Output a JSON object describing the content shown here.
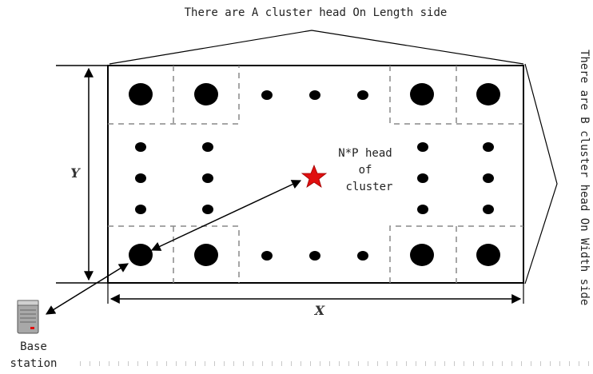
{
  "diagram": {
    "top_label": "There are A cluster head On Length side",
    "side_label": "There are B cluster head On Width side",
    "center_label": [
      "N*P head",
      "of",
      "cluster"
    ],
    "x_axis_label": "X",
    "y_axis_label": "Y",
    "base_station_label": [
      "Base",
      "station"
    ],
    "colors": {
      "line": "#000000",
      "dash": "#888888",
      "node": "#000000",
      "star": "#e01010",
      "server": "#9a9a9a"
    },
    "icons": [
      "server-icon",
      "star-icon"
    ]
  }
}
